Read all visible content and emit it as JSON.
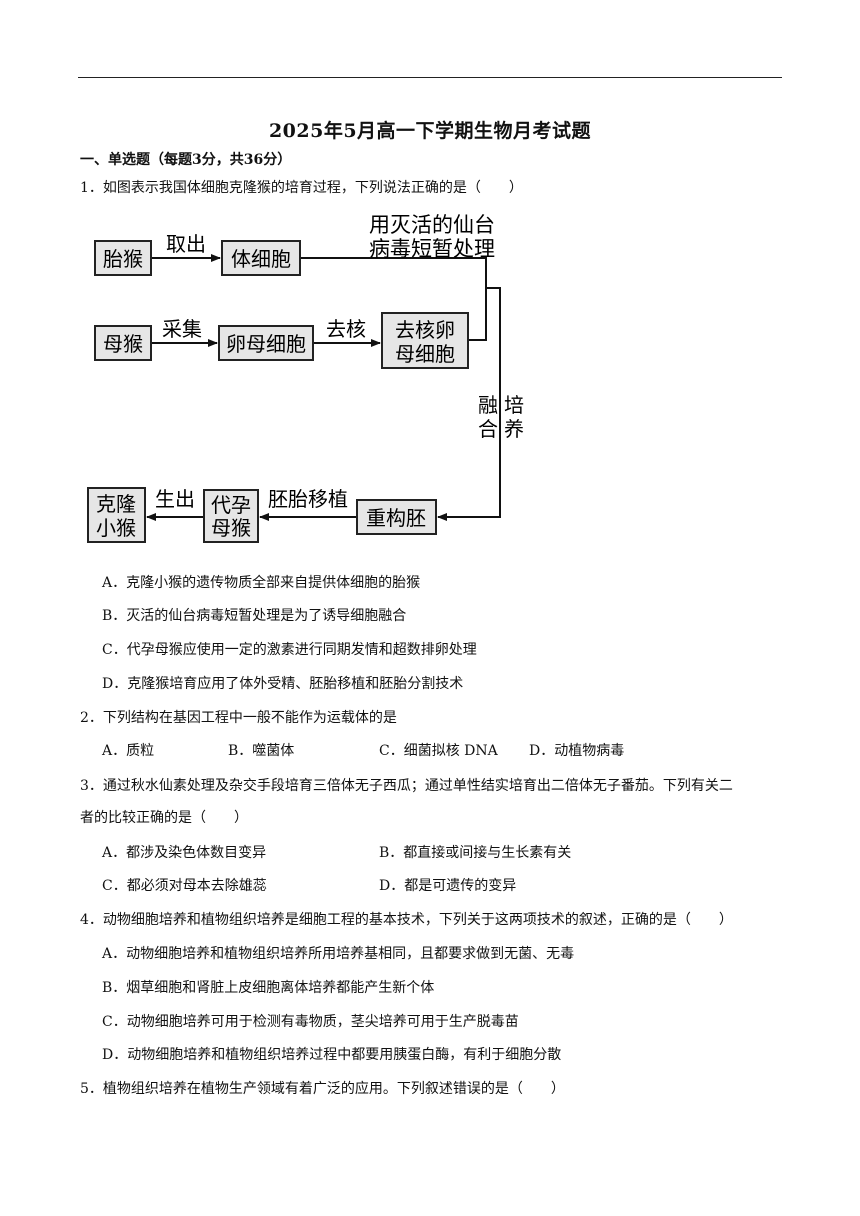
{
  "exam": {
    "title": "2025年5月高一下学期生物月考试题",
    "section1": "一、单选题（每题3分，共36分）"
  },
  "questions": [
    {
      "stem": "1．如图表示我国体细胞克隆猴的培育过程，下列说法正确的是（　　）",
      "options": [
        "A．克隆小猴的遗传物质全部来自提供体细胞的胎猴",
        "B．灭活的仙台病毒短暂处理是为了诱导细胞融合",
        "C．代孕母猴应使用一定的激素进行同期发情和超数排卵处理",
        "D．克隆猴培育应用了体外受精、胚胎移植和胚胎分割技术"
      ]
    },
    {
      "stem": "2．下列结构在基因工程中一般不能作为运载体的是",
      "options": [
        "A．质粒",
        "B．噬菌体",
        "C．细菌拟核 DNA",
        "D．动植物病毒"
      ]
    },
    {
      "stem_line1": "3．通过秋水仙素处理及杂交手段培育三倍体无子西瓜；通过单性结实培育出二倍体无子番茄。下列有关二",
      "stem_line2": "者的比较正确的是（　　）",
      "options": [
        "A．都涉及染色体数目变异",
        "B．都直接或间接与生长素有关",
        "C．都必须对母本去除雄蕊",
        "D．都是可遗传的变异"
      ]
    },
    {
      "stem": "4．动物细胞培养和植物组织培养是细胞工程的基本技术，下列关于这两项技术的叙述，正确的是（　　）",
      "options": [
        "A．动物细胞培养和植物组织培养所用培养基相同，且都要求做到无菌、无毒",
        "B．烟草细胞和肾脏上皮细胞离体培养都能产生新个体",
        "C．动物细胞培养可用于检测有毒物质，茎尖培养可用于生产脱毒苗",
        "D．动物细胞培养和植物组织培养过程中都要用胰蛋白酶，有利于细胞分散"
      ]
    },
    {
      "stem": "5．植物组织培养在植物生产领域有着广泛的应用。下列叙述错误的是（　　）"
    }
  ],
  "diagram": {
    "boxes": {
      "fetal_monkey": "胎猴",
      "somatic_cell": "体细胞",
      "mother_monkey": "母猴",
      "oocyte": "卵母细胞",
      "enucleated_1": "去核卵",
      "enucleated_2": "母细胞",
      "reconstructed_embryo": "重构胚",
      "surrogate_1": "代孕",
      "surrogate_2": "母猴",
      "clone_1": "克隆",
      "clone_2": "小猴"
    },
    "labels": {
      "take_out": "取出",
      "collect": "采集",
      "enucleate": "去核",
      "virus_1": "用灭活的仙台",
      "virus_2": "病毒短暂处理",
      "fusion_1": "融",
      "fusion_2": "合",
      "culture_1": "培",
      "culture_2": "养",
      "transfer": "胚胎移植",
      "birth": "生出"
    }
  }
}
